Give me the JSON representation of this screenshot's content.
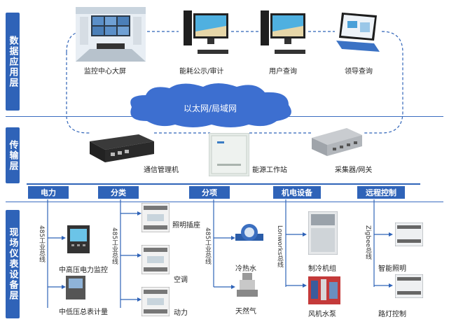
{
  "layers": {
    "application": "数据应用层",
    "transport": "传输层",
    "field": "现场仪表设备层"
  },
  "top_devices": {
    "screen": "监控中心大屏",
    "energy_pc": "能耗公示/审计",
    "user_pc": "用户查询",
    "leader_tablet": "领导查询"
  },
  "network": {
    "cloud_label": "以太网/局域网"
  },
  "transport_devices": {
    "comm_manager": "通信管理机",
    "energy_station": "能源工作站",
    "collector": "采集器/网关"
  },
  "categories": {
    "power": "电力",
    "classify": "分类",
    "subitem": "分项",
    "mech": "机电设备",
    "remote": "远程控制"
  },
  "buses": {
    "power_bus": "485工业总线",
    "classify_bus": "485工业总线",
    "subitem_bus": "485工业总线",
    "mech_bus": "Lonworks总线",
    "remote_bus": "Zigbee总线"
  },
  "field_devices": {
    "hv_monitor": "中高压电力监控",
    "lv_meter": "中低压总表计量",
    "lighting": "照明插座",
    "ac": "空调",
    "power": "动力",
    "cold_water": "冷热水",
    "gas": "天然气",
    "chiller": "制冷机组",
    "fan_pump": "风机水泵",
    "smart_light": "智能照明",
    "street_light": "路灯控制"
  },
  "colors": {
    "accent": "#2f63b8",
    "cloud": "#3d6fd0",
    "line": "#2f63b8"
  }
}
